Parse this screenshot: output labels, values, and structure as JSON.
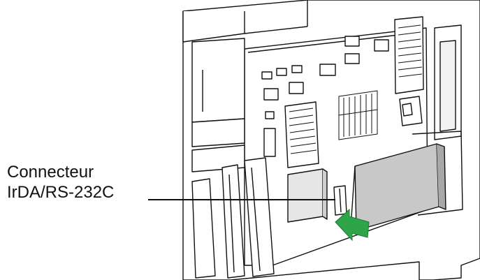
{
  "callout": {
    "line1": "Connecteur",
    "line2": "IrDA/RS-232C"
  },
  "colors": {
    "ink": "#111111",
    "board": "#ffffff",
    "chip": "#d9d9d9",
    "card": "#c8c8c8",
    "arrow": "#2fa54a"
  },
  "icons": {
    "insert_arrow": "green-insert-arrow"
  }
}
